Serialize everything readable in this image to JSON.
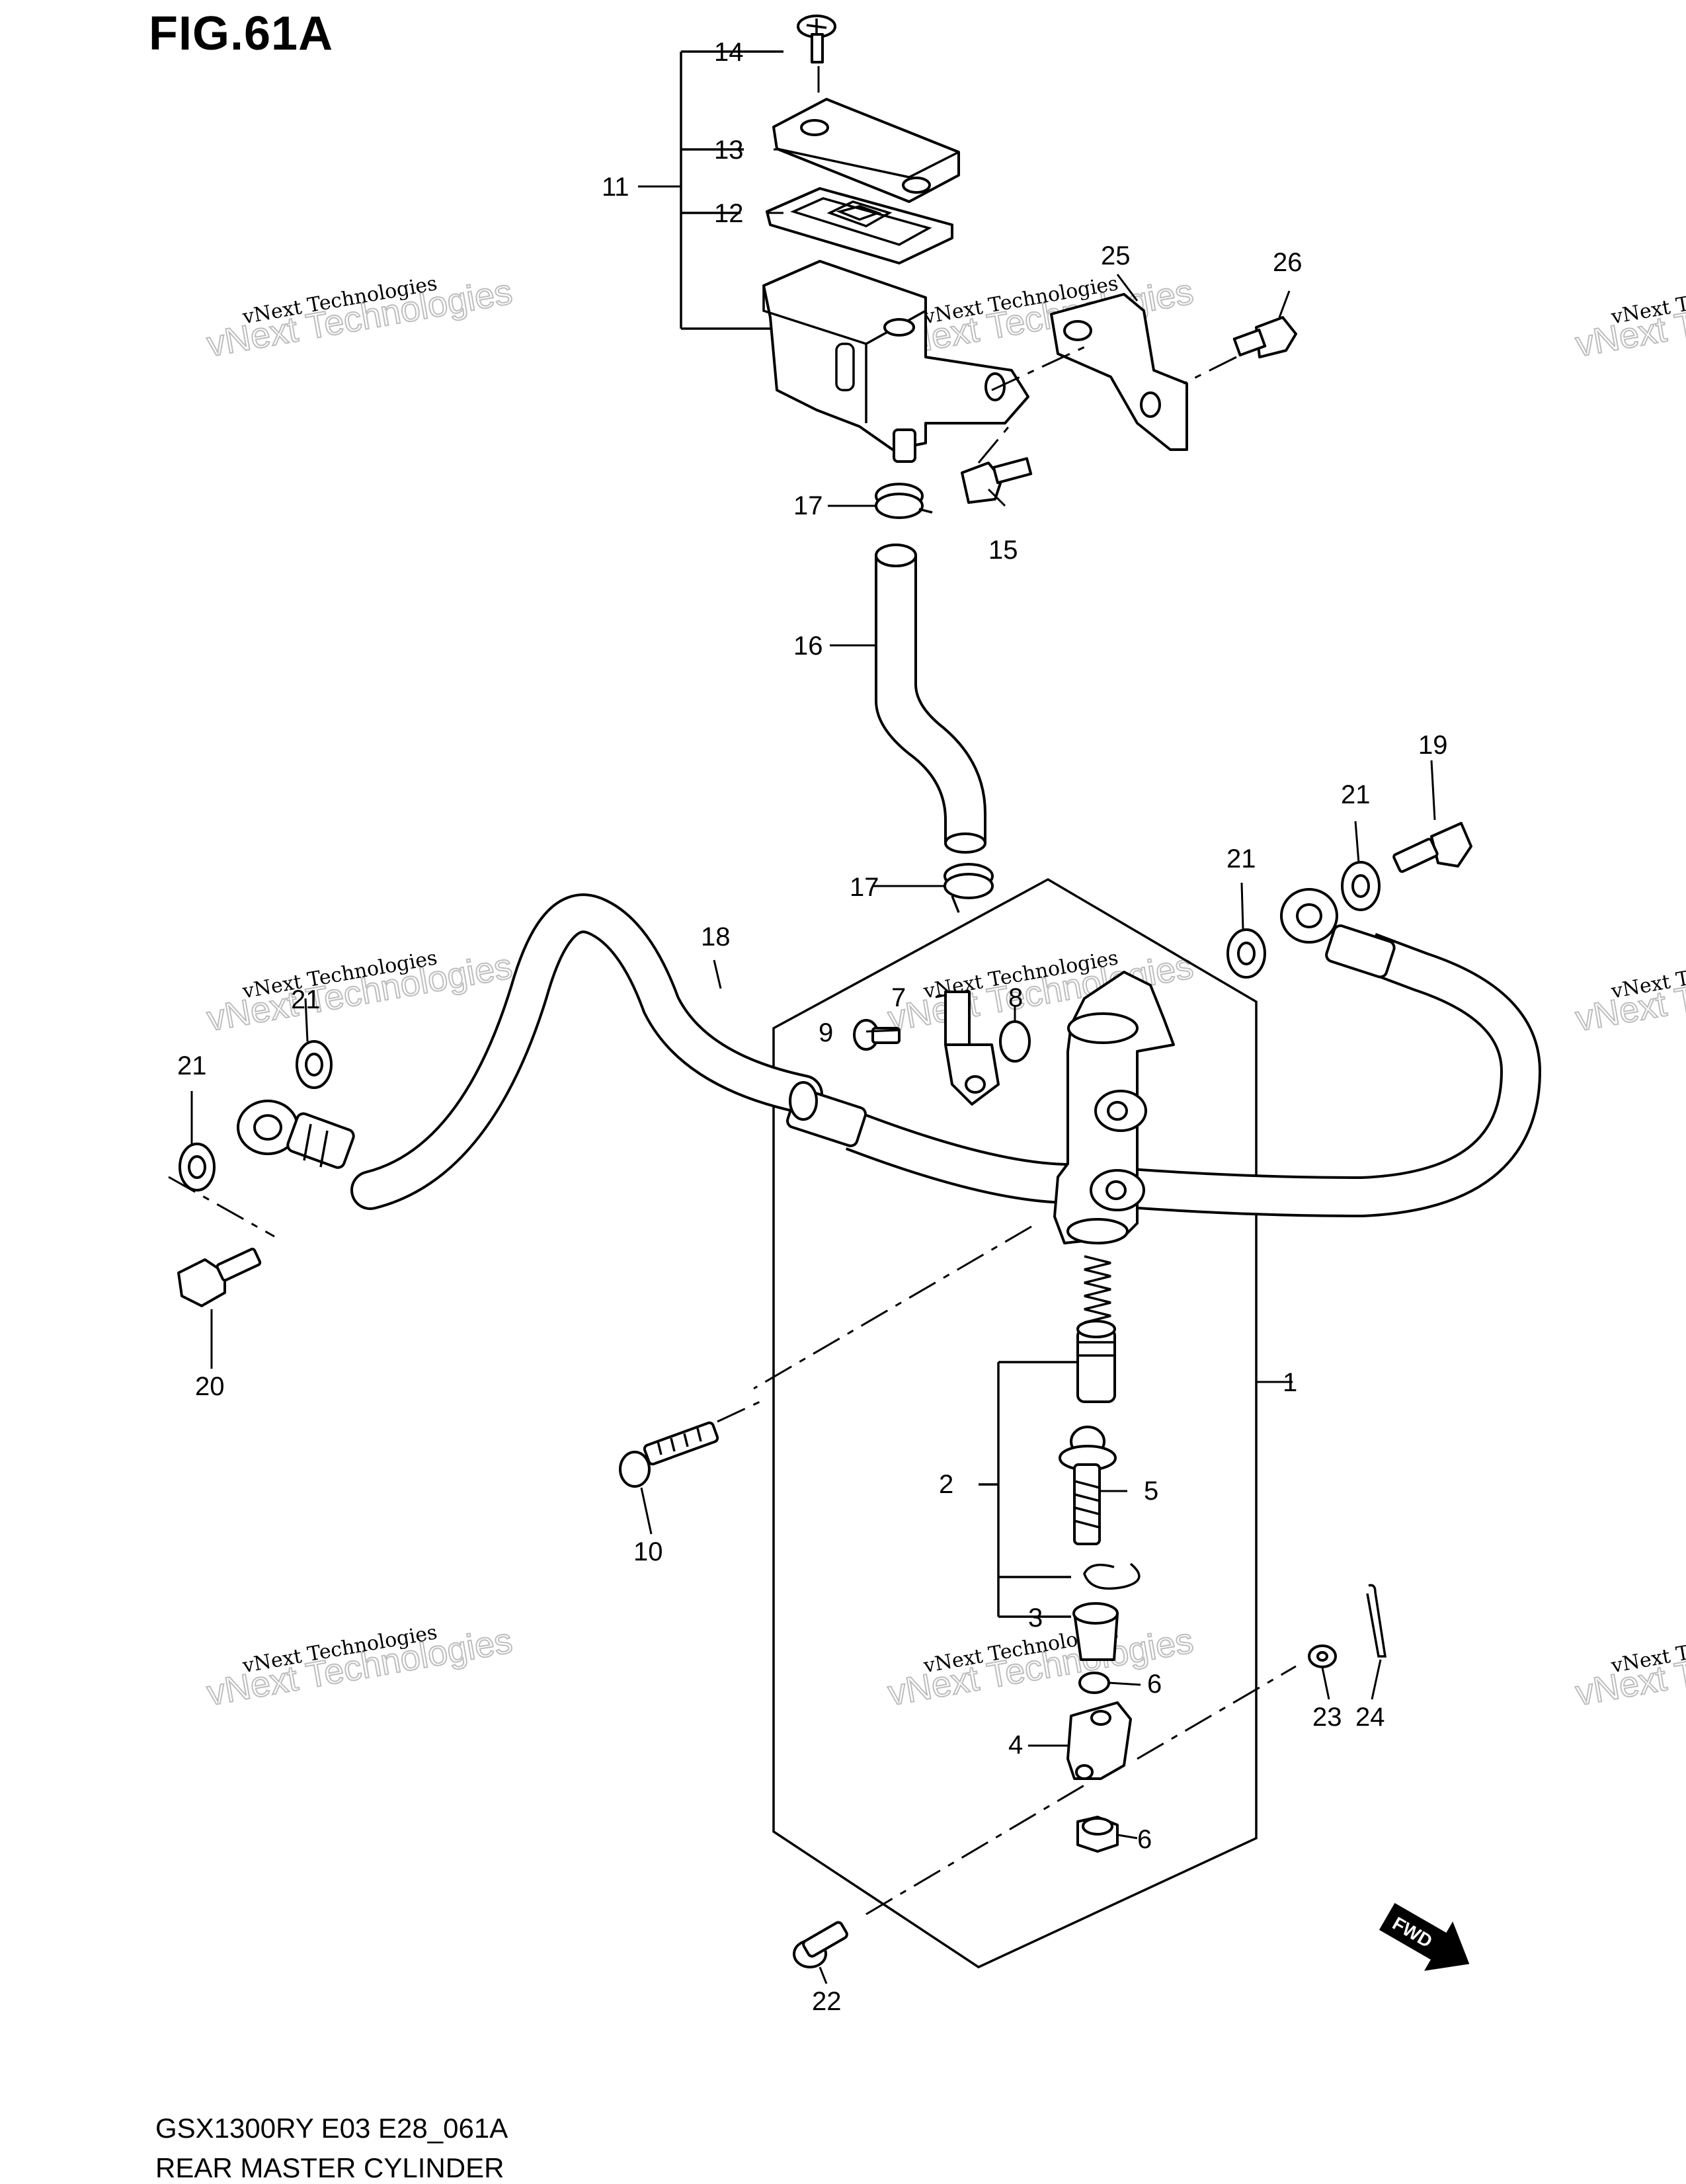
{
  "figure_title": "FIG.61A",
  "footer": {
    "model_code": "GSX1300RY E03 E28_061A",
    "assembly_name": "REAR MASTER CYLINDER"
  },
  "callouts": [
    "1",
    "2",
    "3",
    "4",
    "5",
    "6",
    "6",
    "7",
    "8",
    "9",
    "10",
    "11",
    "12",
    "13",
    "14",
    "15",
    "16",
    "17",
    "17",
    "18",
    "19",
    "20",
    "21",
    "21",
    "21",
    "21",
    "22",
    "23",
    "24",
    "25",
    "26"
  ],
  "watermark": {
    "line1": "vNext Technologies",
    "line2": "vNext Technologies"
  },
  "fwd_label": "FWD",
  "icons": [
    "fwd-arrow-icon"
  ]
}
